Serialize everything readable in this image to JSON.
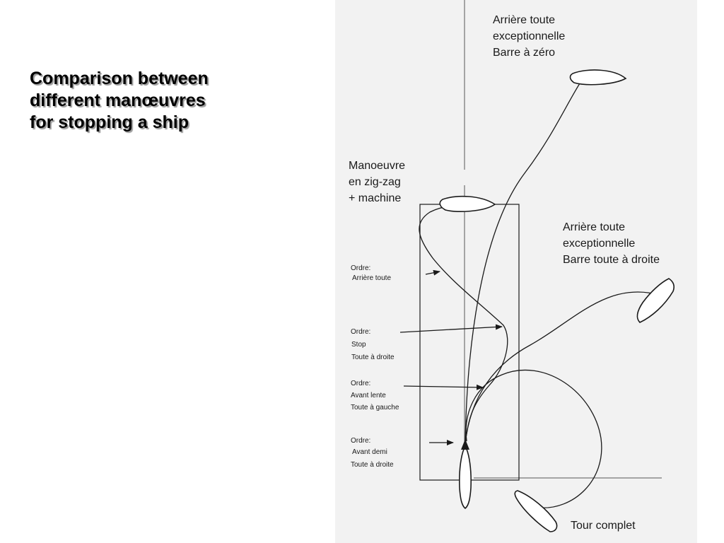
{
  "slide": {
    "title_lines": [
      "Comparison between",
      "different manœuvres",
      "for stopping a ship"
    ]
  },
  "diagram": {
    "top_right_label": [
      "Arrière toute",
      "exceptionnelle",
      "Barre à zéro"
    ],
    "zigzag_label": [
      "Manoeuvre",
      "en zig-zag",
      "+ machine"
    ],
    "right_label": [
      "Arrière toute",
      "exceptionnelle",
      "Barre toute à droite"
    ],
    "tour_label": "Tour complet",
    "orders": [
      {
        "lines": [
          "Ordre:",
          "Arrière toute"
        ]
      },
      {
        "lines": [
          "Ordre:",
          "Stop",
          "Toute à droite"
        ]
      },
      {
        "lines": [
          "Ordre:",
          "Avant lente",
          "Toute à gauche"
        ]
      },
      {
        "lines": [
          "Ordre:",
          "Avant  demi",
          "Toute à droite"
        ]
      }
    ]
  }
}
